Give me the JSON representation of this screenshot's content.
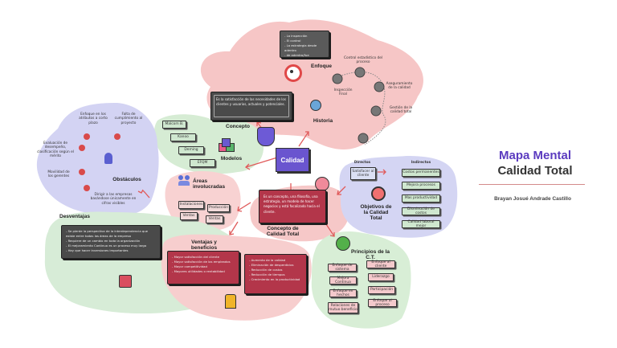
{
  "title": {
    "line1": "Mapa Mental",
    "line2": "Calidad Total",
    "author": "Brayan Josué Andrade Castillo"
  },
  "center": {
    "text": "Es un concepto, una filosofía, una estrategia, un modelo de hacer negocios y está focalizado hacia el cliente.",
    "label": "Concepto de Calidad Total",
    "calidad": "Calidad"
  },
  "concepto": {
    "text": "Es la satisfacción de las necesidades de los clientes y usuarios, actuales y potenciales.",
    "label": "Concepto"
  },
  "enfoque": {
    "label": "Enfoque",
    "items": "- La inspección\n- El control\n- La estrategia desde adentro\n- de adentro/fue"
  },
  "historia": {
    "label": "Historia",
    "steps": [
      "Control estadístico del proceso",
      "Inspección Final",
      "Aseguramiento de la calidad",
      "Gestión de la calidad total"
    ]
  },
  "modelos": {
    "label": "Modelos",
    "items": [
      "Malcom B.",
      "Kanoo",
      "Deming",
      "EFQM"
    ]
  },
  "areas": {
    "label": "Áreas involucradas",
    "items": [
      "Instalaciones",
      "Producción",
      "Ventas",
      "Ventas"
    ]
  },
  "obstaculos": {
    "label": "Obstáculos",
    "items": [
      "Enfoque en los atributos a corto plazo",
      "Falta de cumplimiento al proyecto",
      "Evaluación de desempeño, clasificación según el mérito",
      "Movilidad de los gerentes",
      "Dirigir a las empresas basándose únicamente en cifras visibles"
    ]
  },
  "objetivos": {
    "label": "Objetivos de la Calidad Total",
    "col1": "Directos",
    "col2": "Indirectos",
    "directo": "Satisfacer al cliente",
    "indirectos": [
      "Costos permanentes",
      "Mejora procesos",
      "Mas productividad",
      "Disminución de costos",
      "Calidad laboral mejor"
    ]
  },
  "principios": {
    "label": "Principios de la C.T.",
    "items": [
      "Enfoque de sistema",
      "Enfoque al cliente",
      "Mejora Continua",
      "Liderazgo",
      "Enfoque en hechos",
      "Participación",
      "Relaciones de mutuo beneficio",
      "Enfoque al proceso"
    ]
  },
  "desventajas": {
    "label": "Desventajas",
    "items": "- Se pierde la perspectiva de la interdependencia que existe entre todas las áreas de la empresa\n- Requiere de un cambio en toda la organización\n- El mejoramiento Continuo es un proceso muy largo\n- Hay que hacer inversiones importantes"
  },
  "ventajas": {
    "label": "Ventajas y beneficios",
    "col1": "- Mayor satisfacción del cliente\n- Mayor satisfacción de los empleados\n- Mayor competitividad\n- Mayores utilidades o rentabilidad",
    "col2": "- Aumento de la calidad\n- Eliminación de desperdicios\n- Reducción de costos\n- Reducción de tiempos\n- Crecimiento en la productividad"
  },
  "colors": {
    "pink": "#f6c8c8",
    "green": "#d7ecd6",
    "blue": "#d4d6f1",
    "purple": "#5b3bbf",
    "dark": "#474747"
  }
}
